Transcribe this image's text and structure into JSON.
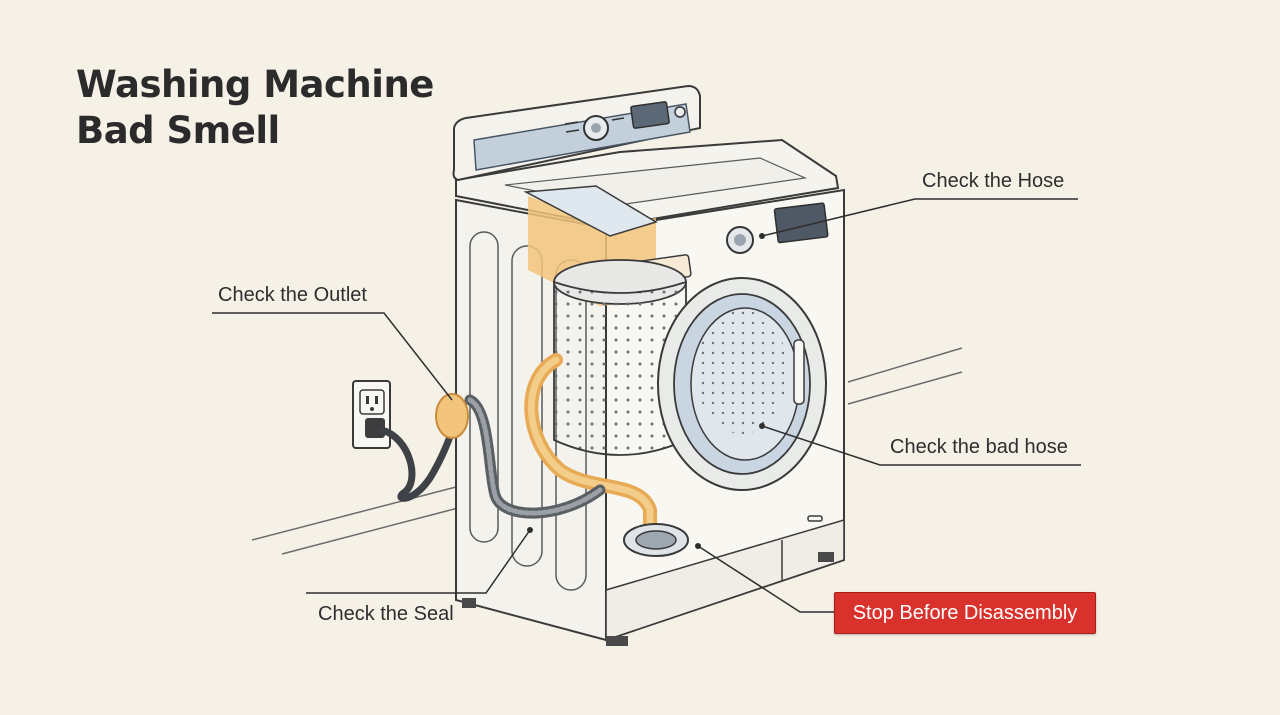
{
  "title": {
    "line1": "Washing Machine",
    "line2": "Bad Smell"
  },
  "callouts": {
    "hose": "Check the Hose",
    "outlet": "Check the Outlet",
    "bad_hose": "Check the bad hose",
    "seal": "Check the Seal",
    "warning": "Stop Before Disassembly"
  },
  "colors": {
    "background": "#f5f1e6",
    "warning": "#d9322c",
    "hose_highlight": "#f2c47c",
    "control_panel": "#c3d0dc"
  }
}
